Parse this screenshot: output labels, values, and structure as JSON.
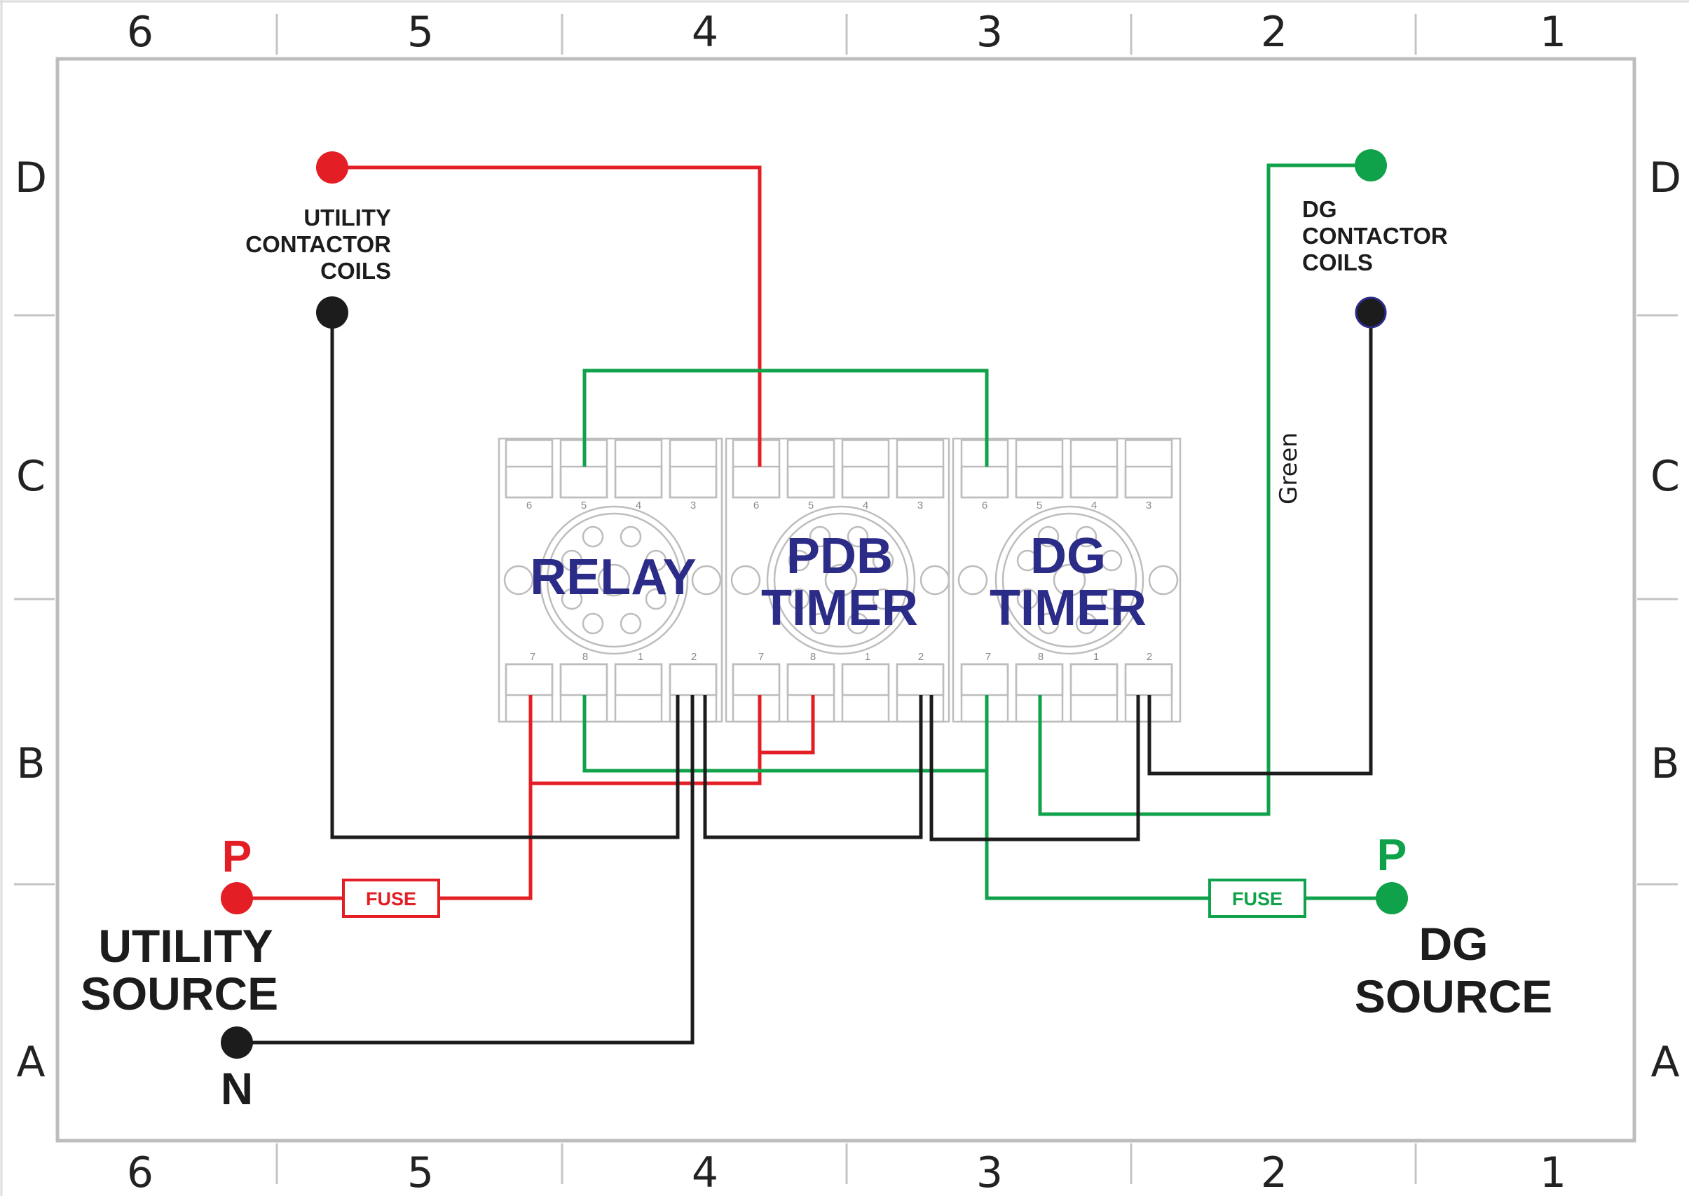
{
  "frame": {
    "columns": [
      "6",
      "5",
      "4",
      "3",
      "2",
      "1"
    ],
    "rows": [
      "D",
      "C",
      "B",
      "A"
    ]
  },
  "colors": {
    "line": "#e31e24",
    "dg": "#10a24a",
    "neutral": "#1c1c1c",
    "socket_text": "#2b2b88",
    "socket_body": "#b8b8b8"
  },
  "sockets": [
    {
      "key": "relay",
      "lines": [
        "RELAY"
      ],
      "top_pins": [
        "6",
        "5",
        "4",
        "3"
      ],
      "bottom_pins": [
        "7",
        "8",
        "1",
        "2"
      ]
    },
    {
      "key": "pdb",
      "lines": [
        "PDB",
        "TIMER"
      ],
      "top_pins": [
        "6",
        "5",
        "4",
        "3"
      ],
      "bottom_pins": [
        "7",
        "8",
        "1",
        "2"
      ]
    },
    {
      "key": "dg",
      "lines": [
        "DG",
        "TIMER"
      ],
      "top_pins": [
        "6",
        "5",
        "4",
        "3"
      ],
      "bottom_pins": [
        "7",
        "8",
        "1",
        "2"
      ]
    }
  ],
  "labels": {
    "utility_coils": [
      "UTILITY",
      "CONTACTOR",
      "COILS"
    ],
    "dg_coils": [
      "DG",
      "CONTACTOR",
      "COILS"
    ],
    "utility_source": [
      "UTILITY",
      "SOURCE"
    ],
    "dg_source": [
      "DG",
      "SOURCE"
    ],
    "utility_p": "P",
    "utility_n": "N",
    "dg_p": "P",
    "fuse_left": "FUSE",
    "fuse_right": "FUSE",
    "green_wire": "Green"
  }
}
